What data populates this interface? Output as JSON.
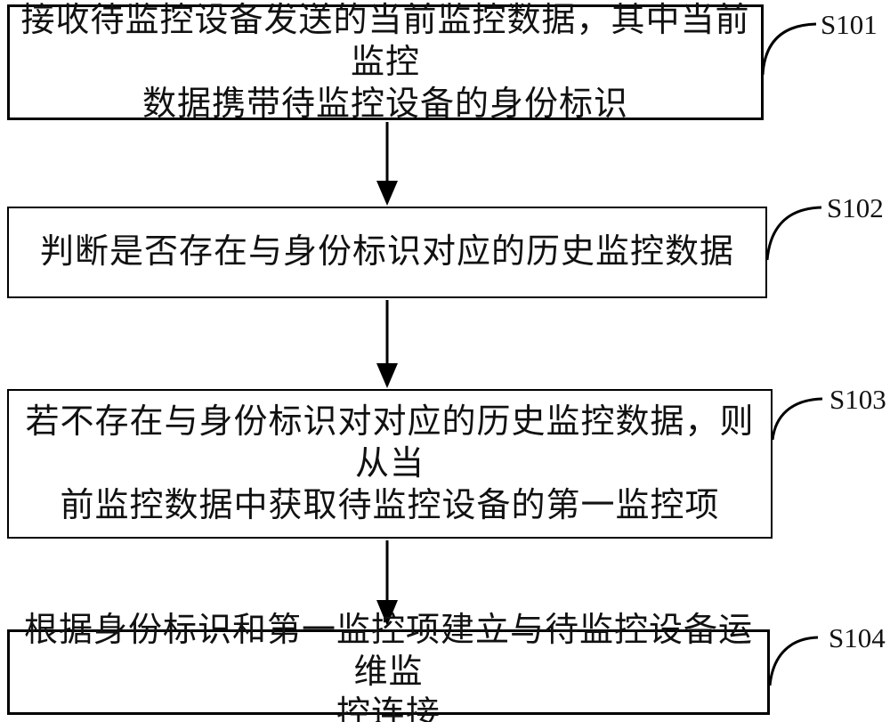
{
  "figure": {
    "background_color": "#ffffff",
    "line_color": "#000000",
    "text_color": "#111111"
  },
  "steps": [
    {
      "id": "S101",
      "lines": [
        "接收待监控设备发送的当前监控数据，其中当前监控",
        "数据携带待监控设备的身份标识"
      ]
    },
    {
      "id": "S102",
      "lines": [
        "判断是否存在与身份标识对应的历史监控数据"
      ]
    },
    {
      "id": "S103",
      "lines": [
        "若不存在与身份标识对对应的历史监控数据，则从当",
        "前监控数据中获取待监控设备的第一监控项"
      ]
    },
    {
      "id": "S104",
      "lines": [
        "根据身份标识和第一监控项建立与待监控设备运维监",
        "控连接"
      ]
    }
  ]
}
